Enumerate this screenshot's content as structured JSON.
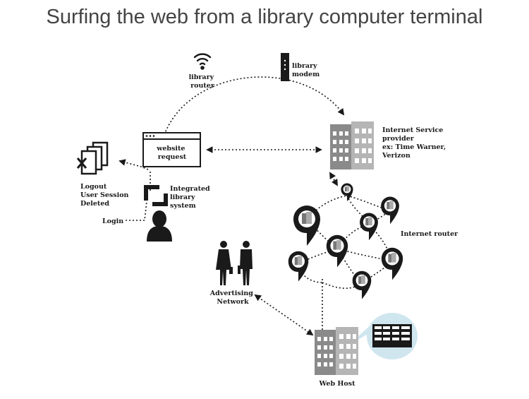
{
  "title": "Surfing the web from a library computer terminal",
  "labels": {
    "router": [
      "library",
      "router"
    ],
    "modem": [
      "library",
      "modem"
    ],
    "website_request": [
      "website",
      "request"
    ],
    "isp": [
      "Internet Service",
      "provider",
      "ex: Time Warner,",
      "Verizon"
    ],
    "logout": [
      "Logout",
      "User Session",
      "Deleted"
    ],
    "ils": [
      "Integrated",
      "library",
      "system"
    ],
    "login": "Login",
    "internet_router": "Internet router",
    "advertising": [
      "Advertising",
      "Network"
    ],
    "web_host": "Web Host"
  },
  "colors": {
    "ink": "#1a1a1a",
    "building": "#777777",
    "bubble": "#cfe6ef",
    "title": "#444444"
  }
}
